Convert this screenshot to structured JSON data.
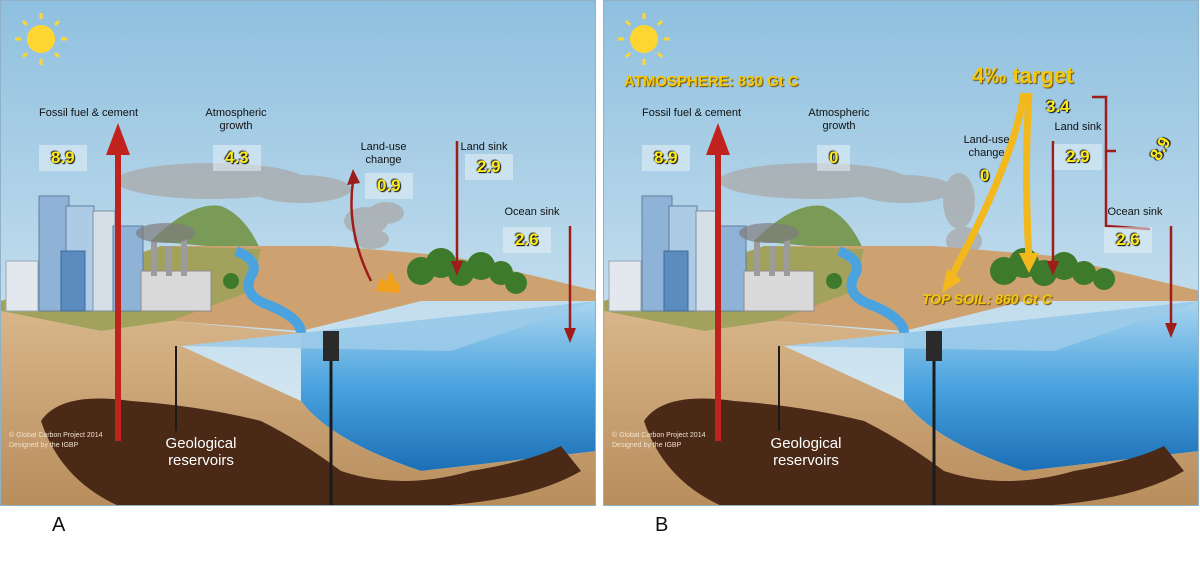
{
  "panel_a": {
    "letter": "A",
    "fossil_label": "Fossil fuel & cement",
    "fossil_value": "8.9",
    "atm_label": "Atmospheric growth",
    "atm_value": "4.3",
    "landuse_label": "Land-use change",
    "landuse_value": "0.9",
    "landsink_label": "Land sink",
    "landsink_value": "2.9",
    "ocean_label": "Ocean sink",
    "ocean_value": "2.6",
    "geological": "Geological reservoirs",
    "credit_1": "© Global Carbon Project 2014",
    "credit_2": "Designed by the IGBP"
  },
  "panel_b": {
    "letter": "B",
    "atmosphere": "ATMOSPHERE: 830 Gt C",
    "target": "4‰ target",
    "fossil_label": "Fossil fuel & cement",
    "fossil_value": "8.9",
    "atm_label": "Atmospheric growth",
    "atm_value": "0",
    "landuse_label": "Land-use change",
    "landuse_value": "0",
    "landsink_label": "Land sink",
    "landsink_value": "2.9",
    "target_value": "3.4",
    "total_value": "8.9",
    "ocean_label": "Ocean sink",
    "ocean_value": "2.6",
    "topsoil": "TOP SOIL: 860 Gt C",
    "geological": "Geological reservoirs",
    "credit_1": "© Global Carbon Project 2014",
    "credit_2": "Designed by the IGBP"
  },
  "colors": {
    "sky": "#bcd9ea",
    "soil": "#c9a47a",
    "deep_soil": "#4a2a17",
    "ocean": "#2f8bd0",
    "arrow_red": "#c0221e",
    "arrow_gold": "#f3b81c",
    "value_yellow": "#ffeb1a"
  }
}
